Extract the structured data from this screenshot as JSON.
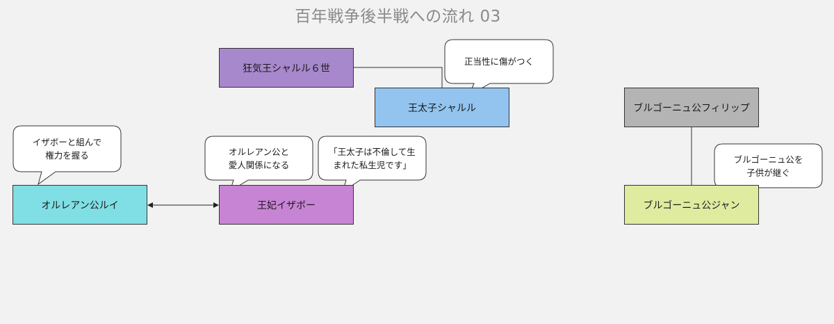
{
  "diagram": {
    "title": "百年戦争後半戦への流れ 03",
    "nodes": {
      "mad_king": {
        "label": "狂気王シャルル６世",
        "color": "#a888cc"
      },
      "dauphin": {
        "label": "王太子シャルル",
        "color": "#92c4ef"
      },
      "burgundy_philippe": {
        "label": "ブルゴーニュ公フィリップ",
        "color": "#b4b4b4"
      },
      "orleans_louis": {
        "label": "オルレアン公ルイ",
        "color": "#80dfe4"
      },
      "queen_isabeau": {
        "label": "王妃イザボー",
        "color": "#c884d4"
      },
      "burgundy_jean": {
        "label": "ブルゴーニュ公ジャン",
        "color": "#dfeca0"
      }
    },
    "callouts": {
      "legitimacy": "正当性に傷がつく",
      "isabeau_alliance": "イザボーと組んで\n権力を握る",
      "orleans_lover": "オルレアン公と\n愛人関係になる",
      "illegitimate": "「王太子は不倫して生\nまれた私生児です」",
      "succession": "ブルゴーニュ公を\n子供が継ぐ"
    }
  }
}
